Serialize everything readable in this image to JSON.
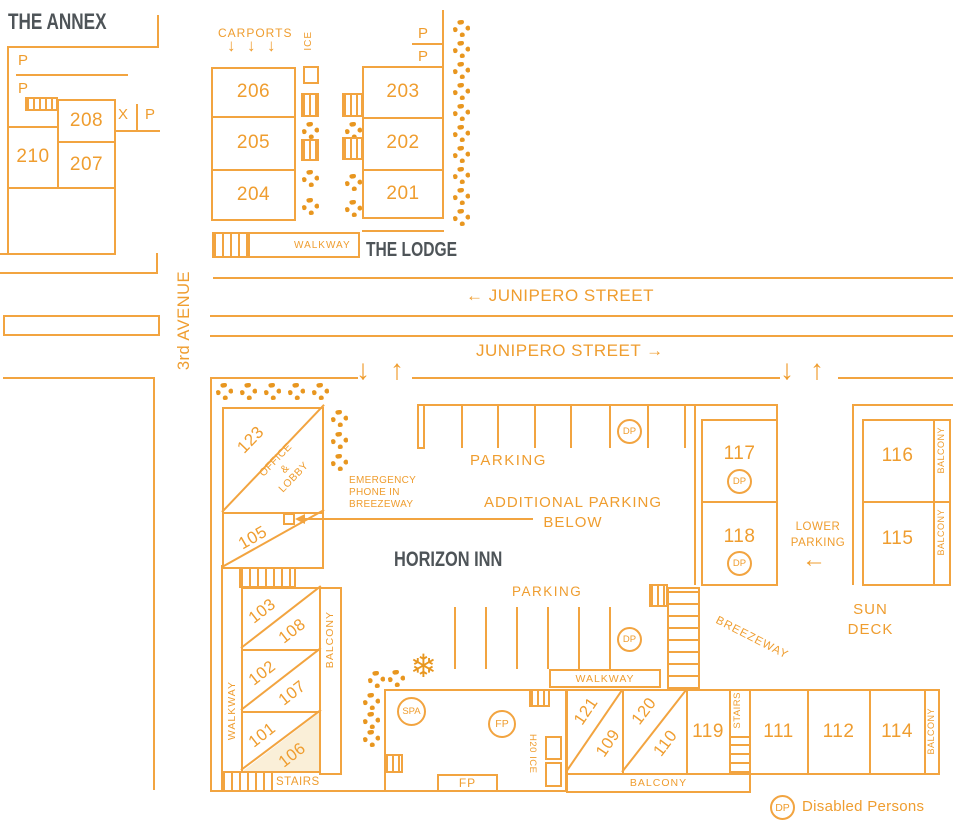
{
  "colors": {
    "orange_line": "#F2A440",
    "orange_text": "#EF9D2F",
    "flower": "#E8961F",
    "dark_title": "#4E5458",
    "highlight_room_fill": "#FAEFD8"
  },
  "icons": {
    "flower": "dotted-rosette",
    "snowflake": "❄",
    "arrow_down": "↓",
    "arrow_up": "↑",
    "arrow_left": "←"
  },
  "annex": {
    "title": "THE ANNEX",
    "parking_p_top": "P",
    "parking_p_bottom": "P",
    "x_label": "X",
    "p_label": "P",
    "room_208": "208",
    "room_210": "210",
    "room_207": "207"
  },
  "lodge": {
    "title": "THE LODGE",
    "carports_label": "CARPORTS",
    "ice_label": "ICE",
    "p_top": "P",
    "p_bottom": "P",
    "walkway_label": "WALKWAY",
    "room_206": "206",
    "room_205": "205",
    "room_204": "204",
    "room_203": "203",
    "room_202": "202",
    "room_201": "201"
  },
  "streets": {
    "third_avenue": "3rd AVENUE",
    "junipero_westbound": "← JUNIPERO STREET",
    "junipero_eastbound": "JUNIPERO STREET →"
  },
  "inn": {
    "title": "HORIZON INN",
    "office": {
      "room": "123",
      "lines": [
        "OFFICE",
        "&",
        "LOBBY"
      ]
    },
    "room_105": "105",
    "emergency_note": [
      "EMERGENCY",
      "PHONE IN",
      "BREEZEWAY"
    ],
    "west_wing": {
      "walkway_label": "WALKWAY",
      "balcony_label": "BALCONY",
      "stairs_label": "STAIRS",
      "rooms": [
        {
          "upper": "103",
          "lower": "108"
        },
        {
          "upper": "102",
          "lower": "107"
        },
        {
          "upper": "101",
          "lower": "106"
        }
      ]
    },
    "upper_parking": {
      "label": "PARKING",
      "additional_lines": [
        "ADDITIONAL PARKING",
        "BELOW"
      ],
      "dp_badge": "DP"
    },
    "lower_parking_area": {
      "label": "PARKING",
      "dp_badge": "DP",
      "walkway_label": "WALKWAY"
    },
    "room_117": "117",
    "room_118": "118",
    "dp_badge": "DP",
    "lower_parking_ramp": {
      "lines": [
        "LOWER",
        "PARKING"
      ]
    },
    "room_116": "116",
    "room_115": "115",
    "balcony_label": "BALCONY",
    "sun_deck_lines": [
      "SUN",
      "DECK"
    ],
    "breezeway_label": "BREEZEWAY",
    "spa_label": "SPA",
    "firepit_label": "FP",
    "fireplace_label": "FP",
    "h2o_ice_label": "H20 ICE",
    "south_wing": {
      "rooms_diagonal": [
        {
          "upper": "121",
          "lower": "109"
        },
        {
          "upper": "120",
          "lower": "110"
        }
      ],
      "room_119": "119",
      "stairs_label": "STAIRS",
      "room_111": "111",
      "room_112": "112",
      "room_114": "114",
      "balcony_vertical_label": "BALCONY",
      "balcony_label": "BALCONY"
    }
  },
  "legend": {
    "dp_symbol": "DP",
    "dp_label": "Disabled Persons"
  }
}
